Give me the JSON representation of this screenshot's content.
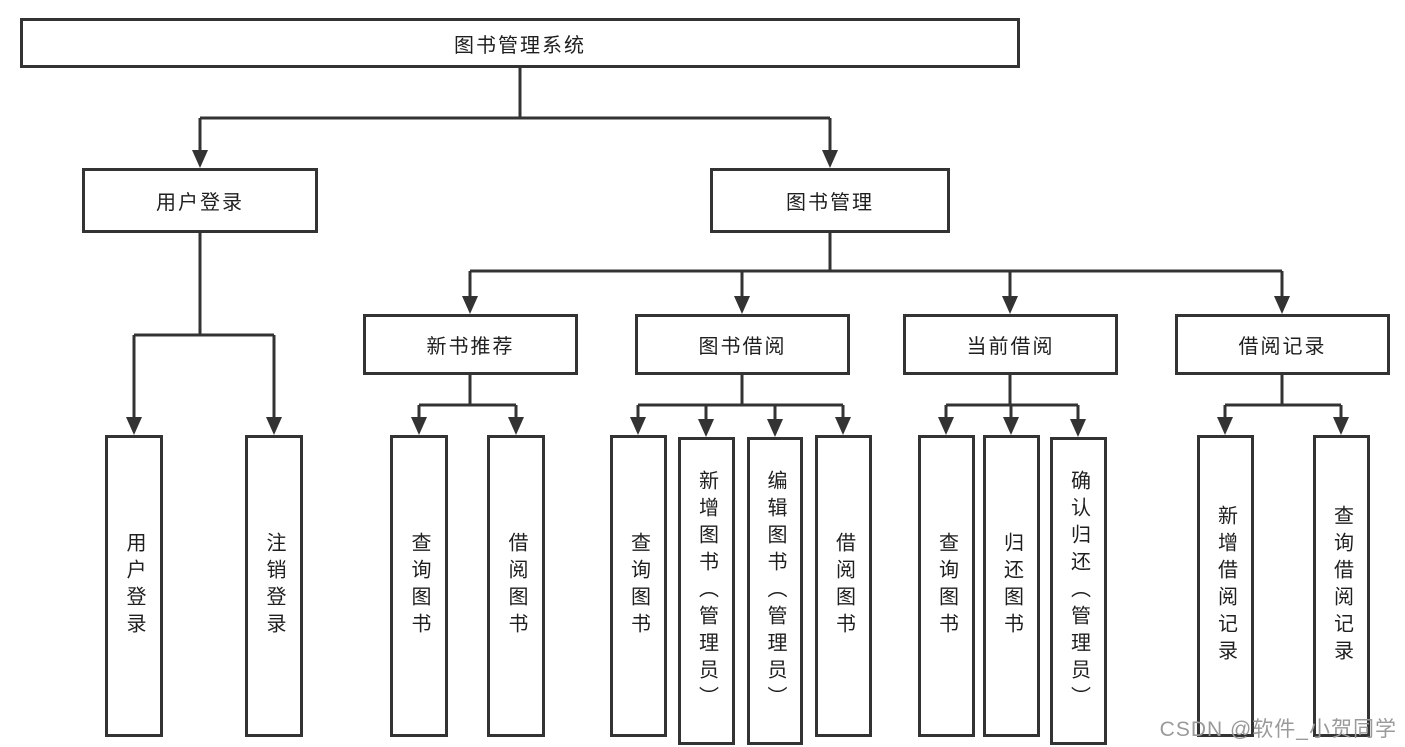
{
  "colors": {
    "line": "#333333",
    "text": "#1f1f1f",
    "wm": "#9a9a9a",
    "bg": "#ffffff"
  },
  "watermark": "CSDN @软件_小贺同学",
  "tree": {
    "label": "图书管理系统",
    "children": [
      {
        "label": "用户登录",
        "children": [
          {
            "label": "用户登录"
          },
          {
            "label": "注销登录"
          }
        ]
      },
      {
        "label": "图书管理",
        "children": [
          {
            "label": "新书推荐",
            "children": [
              {
                "label": "查询图书"
              },
              {
                "label": "借阅图书"
              }
            ]
          },
          {
            "label": "图书借阅",
            "children": [
              {
                "label": "查询图书"
              },
              {
                "label": "新增图书（管理员）"
              },
              {
                "label": "编辑图书（管理员）"
              },
              {
                "label": "借阅图书"
              }
            ]
          },
          {
            "label": "当前借阅",
            "children": [
              {
                "label": "查询图书"
              },
              {
                "label": "归还图书"
              },
              {
                "label": "确认归还（管理员）"
              }
            ]
          },
          {
            "label": "借阅记录",
            "children": [
              {
                "label": "新增借阅记录"
              },
              {
                "label": "查询借阅记录"
              }
            ]
          }
        ]
      }
    ]
  }
}
